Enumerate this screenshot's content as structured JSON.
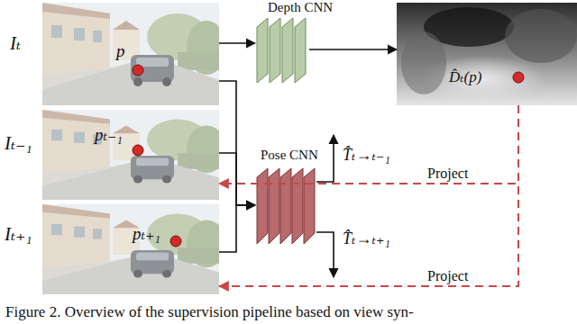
{
  "diagram": {
    "caption": "Figure 2. Overview of the supervision pipeline based on view syn-",
    "nodes": [
      {
        "text": [
          "Iₜ",
          "p"
        ]
      },
      {
        "text": [
          "Depth CNN"
        ]
      },
      {
        "text": [
          "D̂ₜ(p)"
        ]
      },
      {
        "text": [
          "Iₜ₋₁",
          "pₜ₋₁"
        ]
      },
      {
        "text": [
          "Pose CNN"
        ]
      },
      {
        "text": [
          "Iₜ₊₁",
          "pₜ₊₁"
        ]
      }
    ],
    "edges": [
      {
        "from": 0,
        "to": 1,
        "arrow": "to"
      },
      {
        "from": 1,
        "to": 2,
        "arrow": "to"
      },
      {
        "from": 0,
        "to": 4,
        "arrow": "to"
      },
      {
        "from": 3,
        "to": 4,
        "arrow": "to"
      },
      {
        "from": 5,
        "to": 4,
        "arrow": "to"
      },
      {
        "from": 2,
        "to": 3,
        "arrow": "to",
        "label": "Project"
      },
      {
        "from": 2,
        "to": 5,
        "arrow": "to",
        "label": "Project"
      }
    ],
    "labels": [
      "T̂ₜ→ₜ₋₁",
      "T̂ₜ→ₜ₊₁"
    ]
  }
}
